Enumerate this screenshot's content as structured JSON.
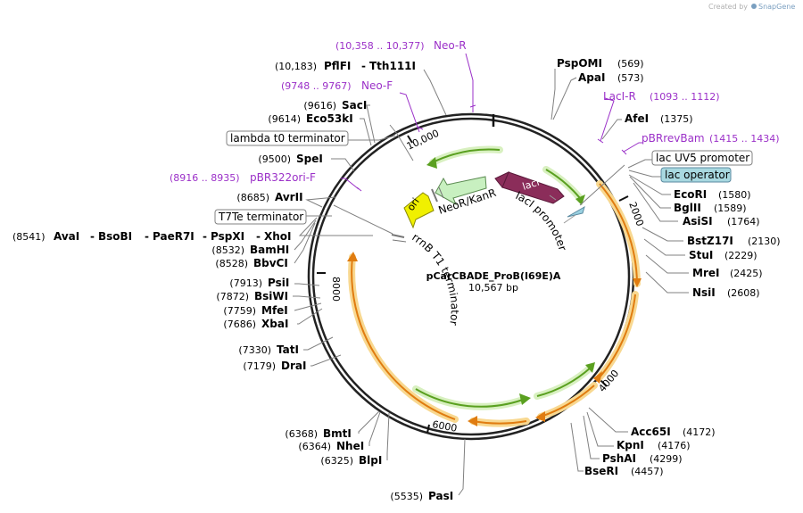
{
  "credit": {
    "prefix": "Created by",
    "brand": "SnapGene"
  },
  "map": {
    "name": "pCarCBADE_ProB(I69E)A",
    "length_label": "10,567 bp",
    "total_bp": 10567
  },
  "ticks": [
    {
      "bp": 2000,
      "label": "2000"
    },
    {
      "bp": 4000,
      "label": "4000"
    },
    {
      "bp": 6000,
      "label": "6000"
    },
    {
      "bp": 8000,
      "label": "8000"
    },
    {
      "bp": 10000,
      "label": "10,000"
    }
  ],
  "enzymes_right": [
    {
      "name": "PspOMI",
      "pos": "(569)"
    },
    {
      "name": "ApaI",
      "pos": "(573)"
    },
    {
      "name": "AfeI",
      "pos": "(1375)"
    },
    {
      "name": "EcoRI",
      "pos": "(1580)"
    },
    {
      "name": "BglII",
      "pos": "(1589)"
    },
    {
      "name": "AsiSI",
      "pos": "(1764)"
    },
    {
      "name": "BstZ17I",
      "pos": "(2130)"
    },
    {
      "name": "StuI",
      "pos": "(2229)"
    },
    {
      "name": "MreI",
      "pos": "(2425)"
    },
    {
      "name": "NsiI",
      "pos": "(2608)"
    },
    {
      "name": "Acc65I",
      "pos": "(4172)"
    },
    {
      "name": "KpnI",
      "pos": "(4176)"
    },
    {
      "name": "PshAI",
      "pos": "(4299)"
    },
    {
      "name": "BseRI",
      "pos": "(4457)"
    }
  ],
  "enzymes_left": [
    {
      "name": "PasI",
      "pos": "(5535)"
    },
    {
      "name": "BlpI",
      "pos": "(6325)"
    },
    {
      "name": "NheI",
      "pos": "(6364)"
    },
    {
      "name": "BmtI",
      "pos": "(6368)"
    },
    {
      "name": "DraI",
      "pos": "(7179)"
    },
    {
      "name": "TatI",
      "pos": "(7330)"
    },
    {
      "name": "XbaI",
      "pos": "(7686)"
    },
    {
      "name": "MfeI",
      "pos": "(7759)"
    },
    {
      "name": "BsiWI",
      "pos": "(7872)"
    },
    {
      "name": "PsiI",
      "pos": "(7913)"
    },
    {
      "name": "BbvCI",
      "pos": "(8528)"
    },
    {
      "name": "BamHI",
      "pos": "(8532)"
    },
    {
      "name": "AvrII",
      "pos": "(8685)"
    },
    {
      "name": "SpeI",
      "pos": "(9500)"
    },
    {
      "name": "Eco53kI",
      "pos": "(9614)"
    },
    {
      "name": "SacI",
      "pos": "(9616)"
    }
  ],
  "enzyme_multi": {
    "pos": "(8541)",
    "names": [
      "AvaI",
      "BsoBI",
      "PaeR7I",
      "PspXI",
      "XhoI"
    ]
  },
  "enzyme_pair": {
    "pos": "(10,183)",
    "names": [
      "PflFI",
      "Tth111I"
    ]
  },
  "primers": [
    {
      "name": "Neo-R",
      "range": "(10,358 .. 10,377)"
    },
    {
      "name": "Neo-F",
      "range": "(9748 .. 9767)"
    },
    {
      "name": "LacI-R",
      "range": "(1093 .. 1112)"
    },
    {
      "name": "pBRrevBam",
      "range": "(1415 .. 1434)"
    },
    {
      "name": "pBR322ori-F",
      "range": "(8916 .. 8935)"
    }
  ],
  "boxed_features": [
    {
      "name": "lambda t0 terminator"
    },
    {
      "name": "T7Te terminator"
    },
    {
      "name": "lac UV5 promoter"
    },
    {
      "name": "lac operator",
      "color": "#a8d8e0"
    }
  ],
  "inner_features": {
    "laci_arrow": "lacI",
    "ori_arrow": "ori",
    "neor_label": "NeoR/KanR",
    "laci_promoter": "lacI promoter",
    "rrnb_terminator": "rrnB T1 terminator"
  },
  "colors": {
    "laci": "#8b2d5a",
    "ori": "#f0f000",
    "neor": "#c8f0c0",
    "green_arc": "#5aa020",
    "orange_arc": "#e07c10",
    "orange_glow": "#f8d890",
    "primer": "#9b30c8"
  }
}
